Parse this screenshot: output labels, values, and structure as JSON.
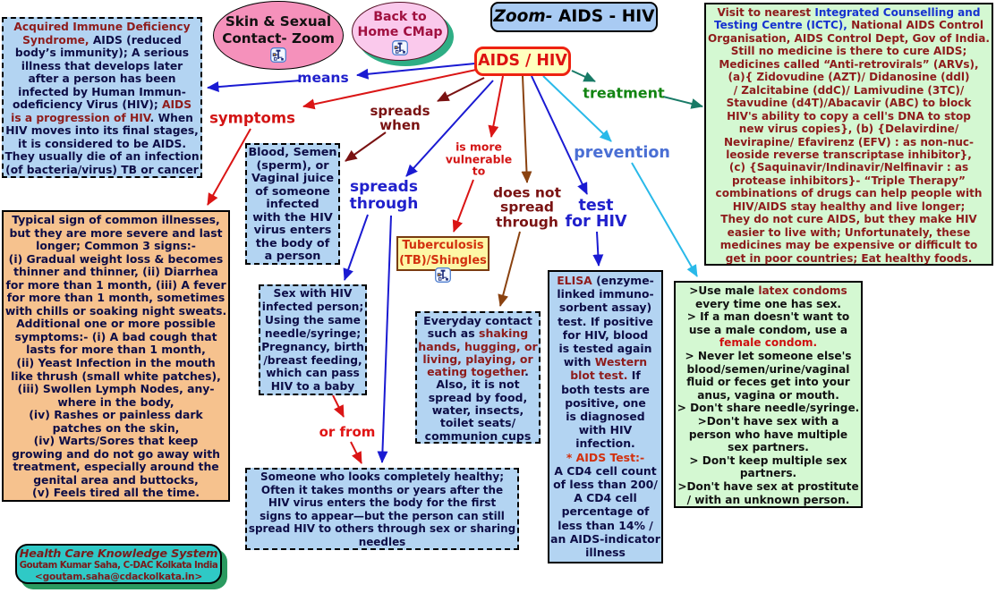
{
  "title": {
    "zoom_prefix": "Zoom-",
    "rest": " AIDS - HIV"
  },
  "node": {
    "label": "AIDS / HIV"
  },
  "nav": {
    "skin_ellipse": {
      "line1": "Skin & Sexual",
      "line2": "Contact- Zoom",
      "icon": "cmap-icon"
    },
    "home_ellipse": {
      "line1": "Back to",
      "line2": "Home CMap",
      "icon": "cmap-icon"
    }
  },
  "credits": {
    "line1": "Health Care Knowledge System",
    "line2": "Goutam Kumar Saha, C-DAC Kolkata India",
    "line3": "<goutam.saha@cdackolkata.in>"
  },
  "labels": {
    "means": "means",
    "symptoms": "symptoms",
    "spreads_when": [
      [
        "spreads"
      ],
      [
        "when"
      ]
    ],
    "spreads_through": [
      [
        "spreads"
      ],
      [
        "through"
      ]
    ],
    "vulnerable": [
      [
        "is more"
      ],
      [
        "vulnerable"
      ],
      [
        "to"
      ]
    ],
    "does_not": [
      [
        "does not"
      ],
      [
        "spread"
      ],
      [
        "through"
      ]
    ],
    "test": [
      [
        "test"
      ],
      [
        "for HIV"
      ]
    ],
    "prevention": "prevention",
    "treatment": "treatment",
    "or_from": "or from"
  },
  "boxes": {
    "aids_definition": [
      [
        [
          "Acquired Immune Deficiency",
          "r"
        ]
      ],
      [
        [
          "Syndrome,",
          "r"
        ],
        [
          " AIDS (reduced",
          "b"
        ]
      ],
      [
        [
          "body’s immunity); A serious",
          "b"
        ]
      ],
      [
        [
          "illness that develops later",
          "b"
        ]
      ],
      [
        [
          "after a person has been",
          "b"
        ]
      ],
      [
        [
          "infected by Human Immun-",
          "b"
        ]
      ],
      [
        [
          "odeficiency Virus (HIV); ",
          "b"
        ],
        [
          "AIDS",
          "r"
        ]
      ],
      [
        [
          "is a progression of HIV",
          "r"
        ],
        [
          ". When",
          "b"
        ]
      ],
      [
        [
          "HIV moves into its final stages,",
          "b"
        ]
      ],
      [
        [
          "it is considered to be AIDS.",
          "b"
        ]
      ],
      [
        [
          "They usually die of an infection",
          "b"
        ]
      ],
      [
        [
          "(of bacteria/virus) TB or cancer",
          "b"
        ]
      ]
    ],
    "symptoms_detail": [
      [
        [
          "Typical sign of common illnesses,",
          "b"
        ]
      ],
      [
        [
          "but they are more severe and last",
          "b"
        ]
      ],
      [
        [
          "longer; Common 3 signs:-",
          "b"
        ]
      ],
      [
        [
          "(i) Gradual weight loss & becomes",
          "b"
        ]
      ],
      [
        [
          "thinner and thinner, (ii) Diarrhea",
          "b"
        ]
      ],
      [
        [
          "for more than 1 month, (iii) A fever",
          "b"
        ]
      ],
      [
        [
          "for more than 1 month, sometimes",
          "b"
        ]
      ],
      [
        [
          "with chills or soaking night sweats.",
          "b"
        ]
      ],
      [
        [
          "Additional one or more possible",
          "b"
        ]
      ],
      [
        [
          "symptoms:- (i) A bad cough that",
          "b"
        ]
      ],
      [
        [
          "lasts for more than 1 month,",
          "b"
        ]
      ],
      [
        [
          "(ii) Yeast Infection in the mouth",
          "b"
        ]
      ],
      [
        [
          "like thrush (small white patches),",
          "b"
        ]
      ],
      [
        [
          "(iii) Swollen Lymph Nodes, any-",
          "b"
        ]
      ],
      [
        [
          "where  in the body,",
          "b"
        ]
      ],
      [
        [
          "(iv) Rashes or painless dark",
          "b"
        ]
      ],
      [
        [
          "patches on the skin,",
          "b"
        ]
      ],
      [
        [
          "(iv) Warts/Sores that keep",
          "b"
        ]
      ],
      [
        [
          "growing and do not go away with",
          "b"
        ]
      ],
      [
        [
          "treatment, especially around the",
          "b"
        ]
      ],
      [
        [
          "genital area and buttocks,",
          "b"
        ]
      ],
      [
        [
          "(v) Feels tired all the time.",
          "b"
        ]
      ]
    ],
    "blood": [
      [
        [
          "Blood, Semen",
          "b"
        ]
      ],
      [
        [
          "(sperm), or",
          "b"
        ]
      ],
      [
        [
          "Vaginal juice",
          "b"
        ]
      ],
      [
        [
          "of someone",
          "b"
        ]
      ],
      [
        [
          "infected",
          "b"
        ]
      ],
      [
        [
          "with the HIV",
          "b"
        ]
      ],
      [
        [
          "virus enters",
          "b"
        ]
      ],
      [
        [
          "the body of",
          "b"
        ]
      ],
      [
        [
          "a person",
          "b"
        ]
      ]
    ],
    "sex": [
      [
        [
          "Sex with HIV",
          "b"
        ]
      ],
      [
        [
          "infected person;",
          "b"
        ]
      ],
      [
        [
          "Using the same",
          "b"
        ]
      ],
      [
        [
          "needle/syringe;",
          "b"
        ]
      ],
      [
        [
          "Pregnancy, birth",
          "b"
        ]
      ],
      [
        [
          "/breast feeding,",
          "b"
        ]
      ],
      [
        [
          "which can pass",
          "b"
        ]
      ],
      [
        [
          "HIV to a baby",
          "b"
        ]
      ]
    ],
    "someone": [
      [
        [
          "Someone who looks completely healthy;",
          "b"
        ]
      ],
      [
        [
          "Often it takes months or years after the",
          "b"
        ]
      ],
      [
        [
          "HIV virus enters the body for the first",
          "b"
        ]
      ],
      [
        [
          "signs to appear—but the person can still",
          "b"
        ]
      ],
      [
        [
          "spread HIV to others through sex or sharing",
          "b"
        ]
      ],
      [
        [
          "needles",
          "b"
        ]
      ]
    ],
    "tb": [
      [
        [
          "Tuberculosis",
          "ro"
        ]
      ],
      [
        [
          "(TB)/Shingles",
          "ro"
        ]
      ]
    ],
    "everyday": [
      [
        [
          "Everyday contact",
          "b"
        ]
      ],
      [
        [
          "such as ",
          "b"
        ],
        [
          "shaking",
          "r"
        ]
      ],
      [
        [
          "hands, hugging, or",
          "r"
        ]
      ],
      [
        [
          "living, playing, or",
          "r"
        ]
      ],
      [
        [
          "eating together",
          "r"
        ],
        [
          ".",
          "b"
        ]
      ],
      [
        [
          "Also, it is not",
          "b"
        ]
      ],
      [
        [
          "spread by food,",
          "b"
        ]
      ],
      [
        [
          "water, insects,",
          "b"
        ]
      ],
      [
        [
          "toilet seats/",
          "b"
        ]
      ],
      [
        [
          "communion cups",
          "b"
        ]
      ]
    ],
    "elisa": [
      [
        [
          "ELISA",
          "r"
        ],
        [
          " (enzyme-",
          "b"
        ]
      ],
      [
        [
          "linked immuno-",
          "b"
        ]
      ],
      [
        [
          "sorbent assay)",
          "b"
        ]
      ],
      [
        [
          "test. If positive",
          "b"
        ]
      ],
      [
        [
          "for HIV, blood",
          "b"
        ]
      ],
      [
        [
          "is tested again",
          "b"
        ]
      ],
      [
        [
          "with ",
          "b"
        ],
        [
          "Western",
          "r"
        ]
      ],
      [
        [
          "blot test.",
          "r"
        ],
        [
          " If",
          "b"
        ]
      ],
      [
        [
          "both tests are",
          "b"
        ]
      ],
      [
        [
          "positive, one",
          "b"
        ]
      ],
      [
        [
          "is diagnosed",
          "b"
        ]
      ],
      [
        [
          "with HIV",
          "b"
        ]
      ],
      [
        [
          "infection.",
          "b"
        ]
      ],
      [
        [
          "* AIDS Test:-",
          "ro"
        ]
      ],
      [
        [
          "A CD4 cell count",
          "b"
        ]
      ],
      [
        [
          "of less than 200/",
          "b"
        ]
      ],
      [
        [
          "A CD4 cell",
          "b"
        ]
      ],
      [
        [
          "percentage of",
          "b"
        ]
      ],
      [
        [
          "less than 14% /",
          "b"
        ]
      ],
      [
        [
          "an AIDS-indicator",
          "b"
        ]
      ],
      [
        [
          "illness",
          "b"
        ]
      ]
    ],
    "treatment_detail": [
      [
        [
          "Visit to nearest ",
          "r"
        ],
        [
          "Integrated Counselling and",
          "bl"
        ]
      ],
      [
        [
          "Testing Centre (ICTC),",
          "bl"
        ],
        [
          " National AIDS Control",
          "r"
        ]
      ],
      [
        [
          "Organisation, AIDS Control Dept, Gov of India.",
          "r"
        ]
      ],
      [
        [
          "Still no medicine is there to cure AIDS;",
          "r"
        ]
      ],
      [
        [
          "Medicines called “Anti-retrovirals” (ARVs),",
          "r"
        ]
      ],
      [
        [
          "(a){ Zidovudine (AZT)/ Didanosine (ddl)",
          "r"
        ]
      ],
      [
        [
          "/ Zalcitabine (ddC)/ Lamivudine (3TC)/",
          "r"
        ]
      ],
      [
        [
          "Stavudine (d4T)/Abacavir (ABC) to block",
          "r"
        ]
      ],
      [
        [
          "HIV's ability to copy a cell's DNA to stop",
          "r"
        ]
      ],
      [
        [
          "new virus copies},  (b) {Delavirdine/",
          "r"
        ]
      ],
      [
        [
          "Nevirapine/ Efavirenz (EFV) : as non-nuc-",
          "r"
        ]
      ],
      [
        [
          "leoside reverse transcriptase inhibitor},",
          "r"
        ]
      ],
      [
        [
          "(c) {Saquinavir/Indinavir/Nelfinavir : as",
          "r"
        ]
      ],
      [
        [
          "protease inhibitors}- “Triple Therapy”",
          "r"
        ]
      ],
      [
        [
          "combinations of drugs can help people with",
          "r"
        ]
      ],
      [
        [
          "HIV/AIDS stay healthy and live longer;",
          "r"
        ]
      ],
      [
        [
          "They do not cure AIDS, but they make HIV",
          "r"
        ]
      ],
      [
        [
          "easier to live with;  Unfortunately, these",
          "r"
        ]
      ],
      [
        [
          "medicines may be expensive or difficult to",
          "r"
        ]
      ],
      [
        [
          "get in poor countries; Eat healthy foods.",
          "r"
        ]
      ]
    ],
    "prevention_detail": [
      [
        [
          ">Use male ",
          "k"
        ],
        [
          "latex condoms",
          "r"
        ]
      ],
      [
        [
          "every time one has sex.",
          "k"
        ]
      ],
      [
        [
          "> If a man doesn't want to",
          "k"
        ]
      ],
      [
        [
          "use a male condom, use a",
          "k"
        ]
      ],
      [
        [
          "female condom.",
          "rr"
        ]
      ],
      [
        [
          "> Never let someone else's",
          "k"
        ]
      ],
      [
        [
          "blood/semen/urine/vaginal",
          "k"
        ]
      ],
      [
        [
          "fluid or feces get into your",
          "k"
        ]
      ],
      [
        [
          "anus, vagina or mouth.",
          "k"
        ]
      ],
      [
        [
          "> Don't share needle/syringe.",
          "k"
        ]
      ],
      [
        [
          ">Don't have sex with a",
          "k"
        ]
      ],
      [
        [
          "person who have multiple",
          "k"
        ]
      ],
      [
        [
          "sex partners.",
          "k"
        ]
      ],
      [
        [
          "> Don't keep multiple sex",
          "k"
        ]
      ],
      [
        [
          "partners.",
          "k"
        ]
      ],
      [
        [
          ">Don't have sex at prostitute",
          "k"
        ]
      ],
      [
        [
          "/ with an unknown person.",
          "k"
        ]
      ]
    ]
  },
  "colors": {
    "arrow_blue": "#1a1ad2",
    "arrow_red": "#da1515",
    "arrow_maroon": "#7a1212",
    "arrow_brown": "#8a4210",
    "arrow_cyan": "#29b9e9",
    "arrow_teal": "#187a66"
  }
}
